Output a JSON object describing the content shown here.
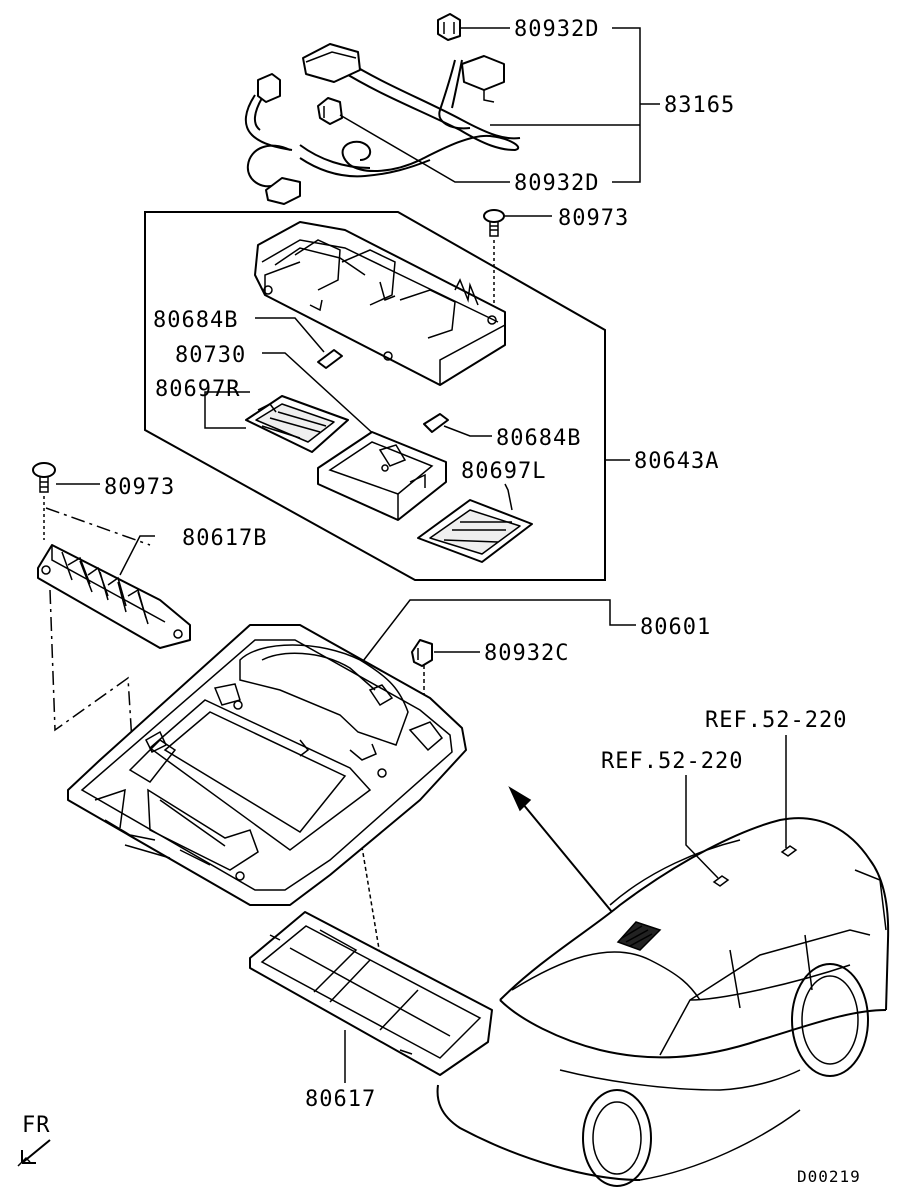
{
  "labels": {
    "p80932d_top": "80932D",
    "p83165": "83165",
    "p80932d_bottom": "80932D",
    "p80973_top": "80973",
    "p80684b_left": "80684B",
    "p80730": "80730",
    "p80697r": "80697R",
    "p80684b_right": "80684B",
    "p80643a": "80643A",
    "p80697l": "80697L",
    "p80973_left": "80973",
    "p80617b": "80617B",
    "p80601": "80601",
    "p80932c": "80932C",
    "ref_right": "REF.52-220",
    "ref_left": "REF.52-220",
    "p80617": "80617",
    "fr": "FR",
    "diagram_code": "D00219"
  }
}
